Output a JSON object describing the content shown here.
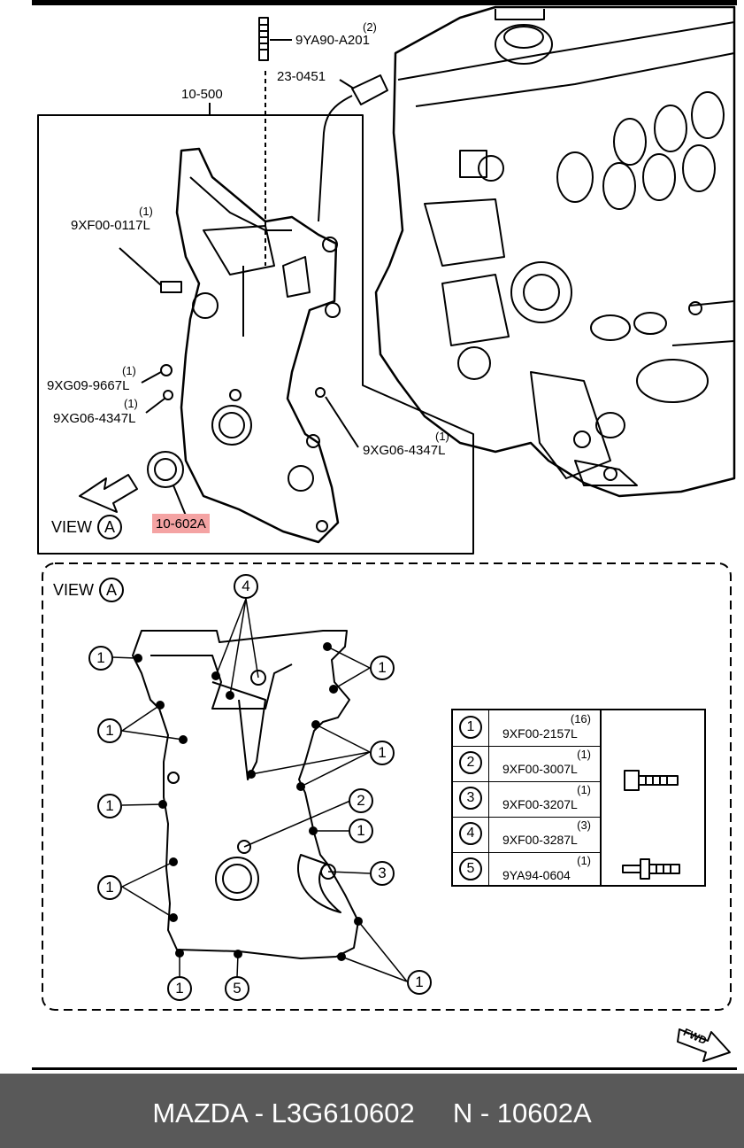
{
  "callouts": {
    "stud": {
      "qty": "(2)",
      "part": "9YA90-A201"
    },
    "sensor": {
      "part": "23-0451"
    },
    "assembly": {
      "part": "10-500"
    },
    "bolt_top": {
      "qty": "(1)",
      "part": "9XF00-0117L"
    },
    "bolt_mid": {
      "qty": "(1)",
      "part": "9XG09-9667L"
    },
    "pin_left": {
      "qty": "(1)",
      "part": "9XG06-4347L"
    },
    "pin_right": {
      "qty": "(1)",
      "part": "9XG06-4347L"
    },
    "seal": {
      "part": "10-602A"
    }
  },
  "view_label": {
    "text": "VIEW",
    "letter": "A"
  },
  "view_a": {
    "title": "VIEW",
    "letter": "A"
  },
  "bolt_markers": {
    "one": "1",
    "two": "2",
    "three": "3",
    "four": "4",
    "five": "5"
  },
  "legend": [
    {
      "no": "1",
      "qty": "(16)",
      "part": "9XF00-2157L"
    },
    {
      "no": "2",
      "qty": "(1)",
      "part": "9XF00-3007L"
    },
    {
      "no": "3",
      "qty": "(1)",
      "part": "9XF00-3207L"
    },
    {
      "no": "4",
      "qty": "(3)",
      "part": "9XF00-3287L"
    },
    {
      "no": "5",
      "qty": "(1)",
      "part": "9YA94-0604"
    }
  ],
  "fwd": "FWD",
  "footer": {
    "brand": "MAZDA",
    "sep": " - ",
    "part_number": "L3G610602",
    "n_label": "N",
    "n_value": "10602A"
  },
  "colors": {
    "highlight": "#f4a3a3",
    "footer_bg": "#595959",
    "footer_text": "#ffffff"
  }
}
